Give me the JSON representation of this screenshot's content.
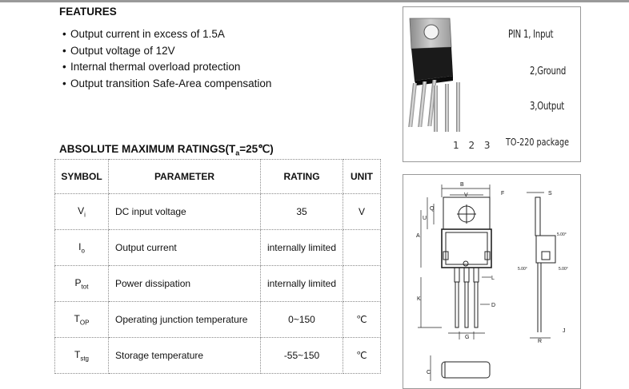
{
  "features": {
    "title": "FEATURES",
    "items": [
      "Output current in excess of 1.5A",
      "Output voltage of 12V",
      "Internal thermal overload protection",
      "Output transition Safe-Area compensation"
    ]
  },
  "ratings": {
    "title_prefix": "ABSOLUTE MAXIMUM RATINGS(T",
    "title_sub": "a",
    "title_suffix": "=25℃)",
    "headers": [
      "SYMBOL",
      "PARAMETER",
      "RATING",
      "UNIT"
    ],
    "rows": [
      {
        "sym": "V",
        "sub": "i",
        "param": "DC input voltage",
        "rating": "35",
        "unit": "V"
      },
      {
        "sym": "I",
        "sub": "o",
        "param": "Output current",
        "rating": "internally limited",
        "unit": ""
      },
      {
        "sym": "P",
        "sub": "tot",
        "param": "Power dissipation",
        "rating": "internally limited",
        "unit": ""
      },
      {
        "sym": "T",
        "sub": "OP",
        "param": "Operating junction temperature",
        "rating": "0~150",
        "unit": "℃"
      },
      {
        "sym": "T",
        "sub": "stg",
        "param": "Storage temperature",
        "rating": "-55~150",
        "unit": "℃"
      }
    ]
  },
  "package": {
    "pin1": "PIN  1, Input",
    "pin2": "2,Ground",
    "pin3": "3,Output",
    "pin_numbers": "1 2 3",
    "package_name": "TO-220  package"
  },
  "drawing": {
    "labels": {
      "B": "B",
      "V": "V",
      "F": "F",
      "S": "S",
      "Q": "Q",
      "U": "U",
      "A": "A",
      "L": "L",
      "D": "D",
      "K": "K",
      "G": "G",
      "J": "J",
      "R": "R",
      "C": "C"
    },
    "angle": "5.00°"
  }
}
